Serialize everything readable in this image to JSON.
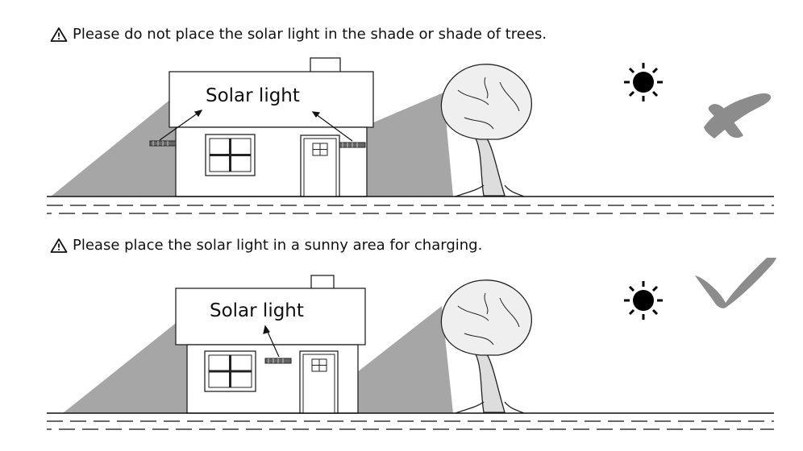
{
  "top": {
    "warning": "Please do not place the solar light in the shade or shade of trees.",
    "label": "Solar light",
    "verdict_icon": "cross-icon"
  },
  "bottom": {
    "warning": "Please place the solar light in a sunny area for charging.",
    "label": "Solar light",
    "verdict_icon": "check-icon"
  },
  "colors": {
    "shadow": "#a6a6a6",
    "verdict": "#8c8c8c",
    "ink": "#111111"
  },
  "icons": {
    "warning": "warning-triangle-icon",
    "sun": "sun-icon"
  }
}
